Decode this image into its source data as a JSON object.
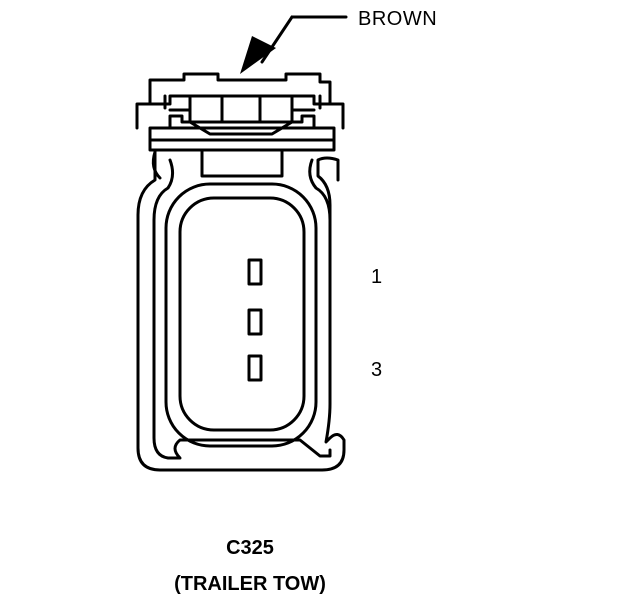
{
  "connector": {
    "id": "C325",
    "name": "(TRAILER TOW)",
    "wire_color_label": "BROWN",
    "pin_labels": [
      "1",
      "3"
    ],
    "pin_count": 3
  }
}
